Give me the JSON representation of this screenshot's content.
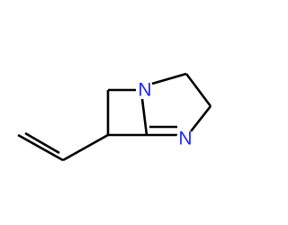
{
  "molecule": {
    "atoms": [
      {
        "id": "N1",
        "label": "N",
        "color": "#1f28f0"
      },
      {
        "id": "N2",
        "label": "N",
        "color": "#1f28f0"
      }
    ],
    "bond_color": "#000000",
    "background": "#ffffff"
  }
}
